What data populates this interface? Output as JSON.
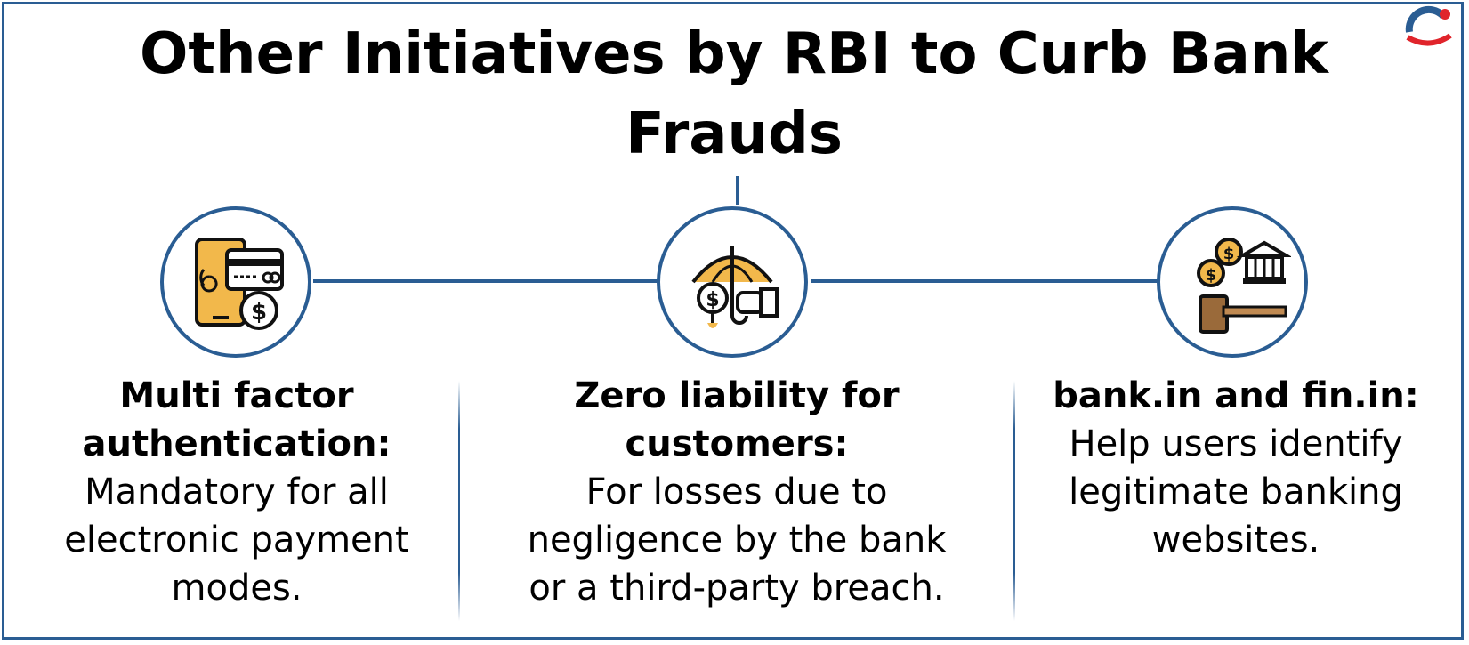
{
  "title": "Other Initiatives by RBI to Curb Bank Frauds",
  "colors": {
    "accent": "#2a5d93",
    "icon_fill": "#f2b84b",
    "text": "#000000",
    "logo_red": "#e0242b"
  },
  "logo": {
    "icon": "globe-logo-icon"
  },
  "items": [
    {
      "icon": "mobile-card-payment-icon",
      "heading": "Multi factor authentication:",
      "body": "Mandatory for all electronic payment modes."
    },
    {
      "icon": "umbrella-protection-icon",
      "heading": "Zero liability for customers:",
      "body": "For losses due to negligence by the bank or a third-party breach."
    },
    {
      "icon": "bank-gavel-icon",
      "heading": "bank.in and fin.in:",
      "body": "Help users identify legitimate banking websites."
    }
  ]
}
